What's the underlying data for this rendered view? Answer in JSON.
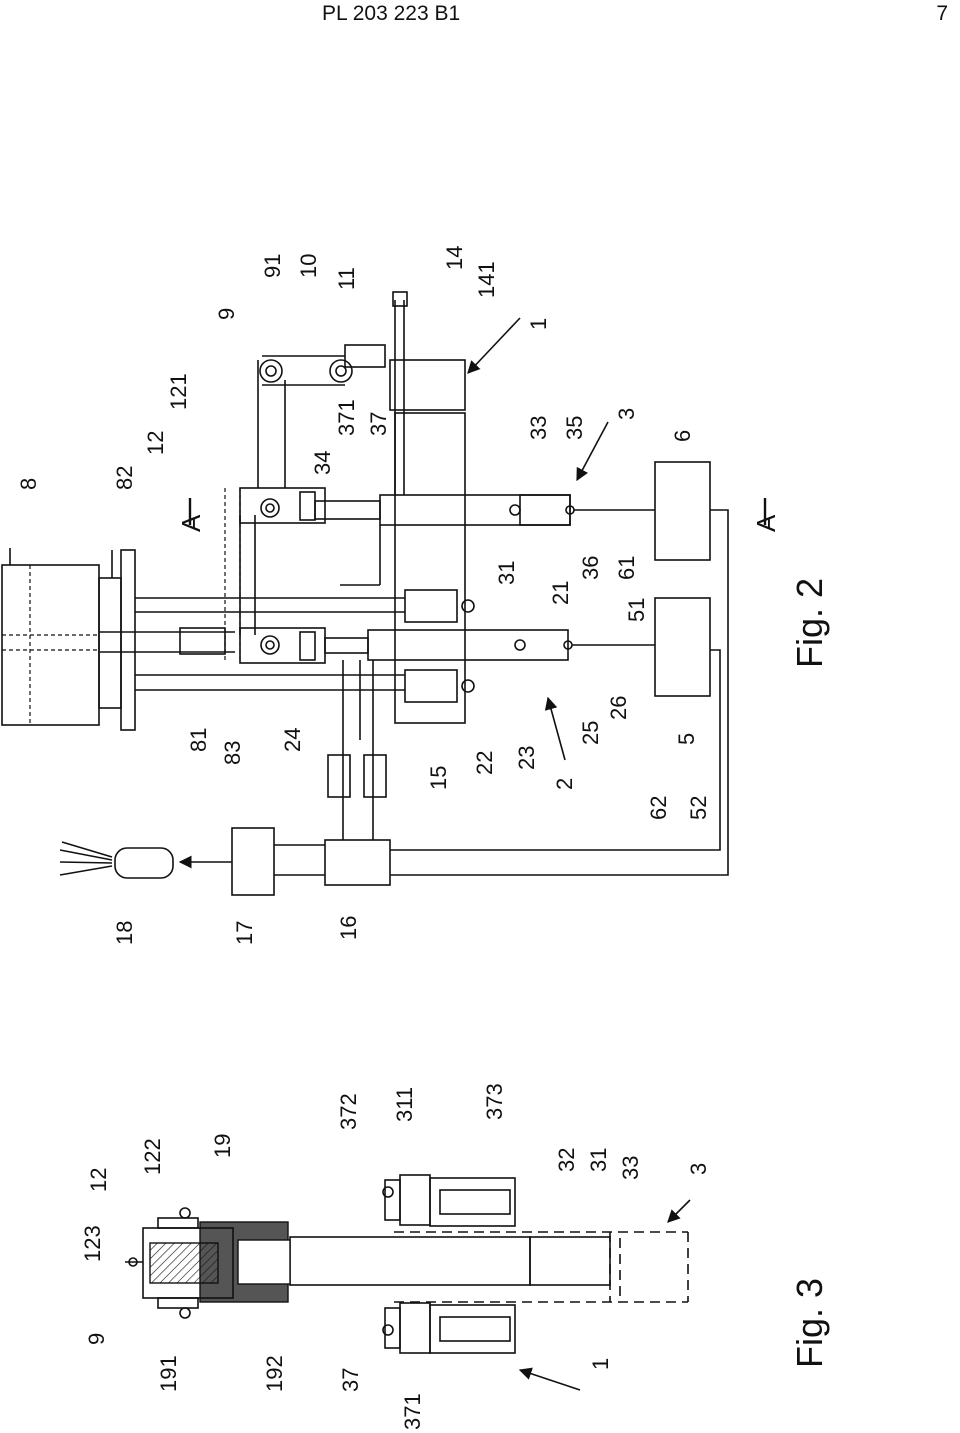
{
  "header": {
    "title": "PL 203 223 B1",
    "page": "7"
  },
  "fig2": {
    "caption": "Fig. 2",
    "section_top": "A",
    "section_bottom": "A",
    "labels": {
      "l8": "8",
      "l82": "82",
      "l12": "12",
      "l121": "121",
      "l9": "9",
      "l91": "91",
      "l10": "10",
      "l11": "11",
      "l14": "14",
      "l141": "141",
      "l1": "1",
      "l371": "371",
      "l37": "37",
      "l34": "34",
      "l33": "33",
      "l35": "35",
      "l3": "3",
      "l6": "6",
      "l31": "31",
      "l36": "36",
      "l61": "61",
      "l21": "21",
      "l51": "51",
      "l81": "81",
      "l83": "83",
      "l24": "24",
      "l22": "22",
      "l23": "23",
      "l25": "25",
      "l26": "26",
      "l5": "5",
      "l2": "2",
      "l15": "15",
      "l62": "62",
      "l52": "52",
      "l18": "18",
      "l17": "17",
      "l16": "16"
    }
  },
  "fig3": {
    "caption": "Fig. 3",
    "labels": {
      "l123": "123",
      "l12": "12",
      "l122": "122",
      "l19": "19",
      "l372": "372",
      "l311": "311",
      "l373": "373",
      "l32": "32",
      "l31": "31",
      "l33": "33",
      "l3": "3",
      "l9": "9",
      "l191": "191",
      "l192": "192",
      "l37": "37",
      "l371": "371",
      "l1": "1"
    }
  }
}
